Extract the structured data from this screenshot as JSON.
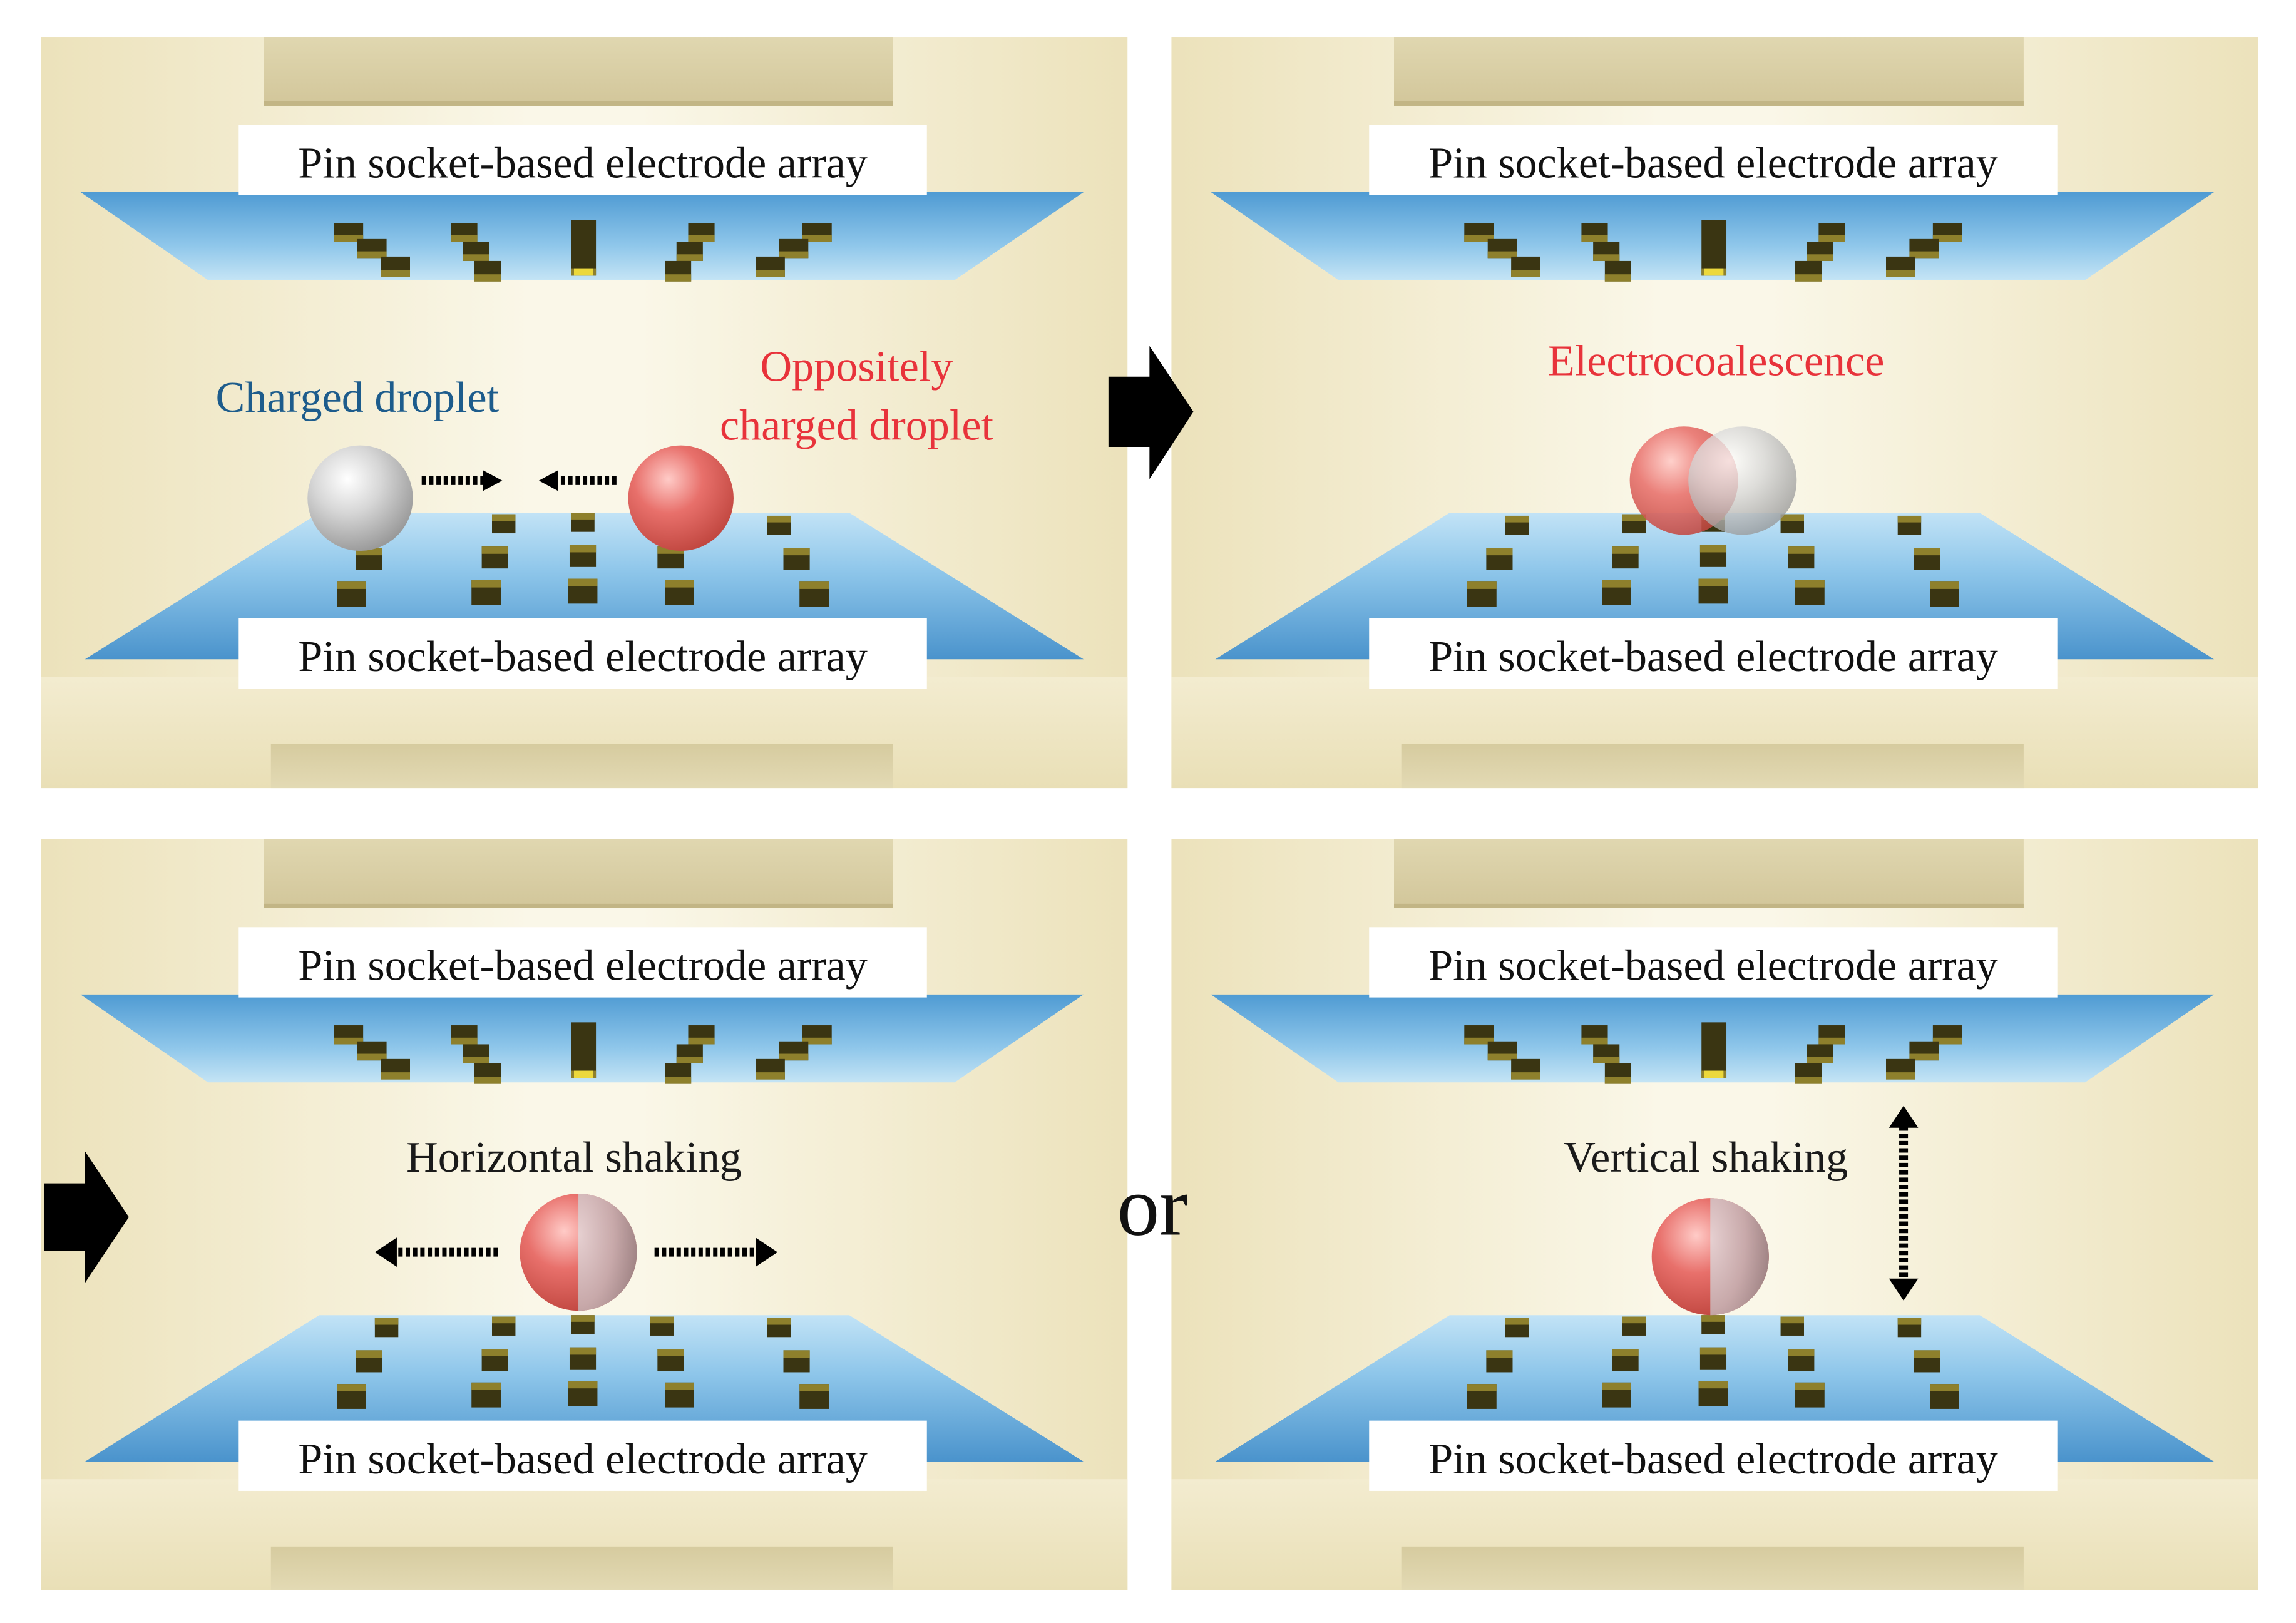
{
  "figure": {
    "panels": [
      {
        "top_label": "Pin socket-based electrode array",
        "bottom_label": "Pin socket-based electrode array",
        "charged_droplet_label": "Charged droplet",
        "opposite_droplet_label": [
          "Oppositely",
          "charged droplet"
        ]
      },
      {
        "top_label": "Pin socket-based electrode array",
        "bottom_label": "Pin socket-based electrode array",
        "caption": "Electrocoalescence"
      },
      {
        "top_label": "Pin socket-based electrode array",
        "bottom_label": "Pin socket-based electrode array",
        "caption": "Horizontal shaking"
      },
      {
        "top_label": "Pin socket-based electrode array",
        "bottom_label": "Pin socket-based electrode array",
        "caption": "Vertical shaking"
      }
    ],
    "connector_text": "or"
  },
  "icons": {
    "step": "right-arrow-icon",
    "motion": "dotted-arrow-icon",
    "vertical_motion": "vertical-double-arrow-icon"
  },
  "colors": {
    "charged_droplet_text": "#1d5c8c",
    "opposite_droplet_text": "#e8333b",
    "caption_text": "#1a1a1a",
    "label_text": "#111111",
    "electrode": "#3a3512",
    "electrode_face": "#8e802c",
    "droplet_gray": "#d6d6d6",
    "droplet_red": "#e8706b",
    "plate_blue": "#8ec6ea"
  }
}
